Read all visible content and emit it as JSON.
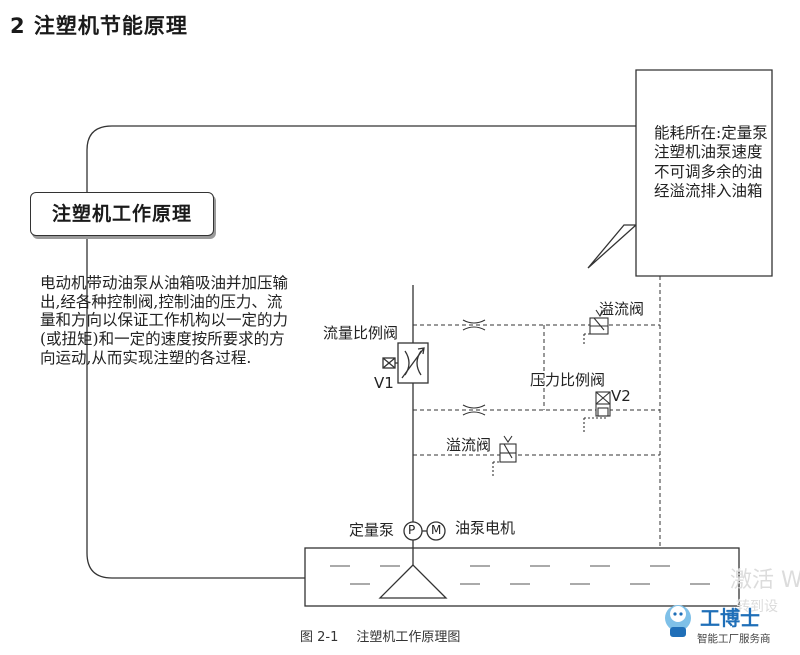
{
  "heading": "2  注塑机节能原理",
  "title_box": "注塑机工作原理",
  "description": "电动机带动油泵从油箱吸油并加压输出,经各种控制阀,控制油的压力、流量和方向以保证工作机构以一定的力(或扭矩)和一定的速度按所要求的方向运动,从而实现注塑的各过程.",
  "callout": "能耗所在:定量泵注塑机油泵速度不可调多余的油经溢流排入油箱",
  "labels": {
    "flow_valve": "流量比例阀",
    "v1": "V1",
    "relief_top": "溢流阀",
    "pressure_valve": "压力比例阀",
    "v2": "V2",
    "relief_mid": "溢流阀",
    "pump": "定量泵",
    "pump_symbol": "P",
    "motor_symbol": "M",
    "motor": "油泵电机"
  },
  "caption": {
    "number": "图 2-1",
    "text": "注塑机工作原理图"
  },
  "watermark": {
    "line1": "激活 W",
    "line2": "转到设"
  },
  "logo": {
    "name": "工博士",
    "tagline": "智能工厂服务商"
  },
  "colors": {
    "line": "#333333",
    "logo_blue": "#1f6fb8"
  }
}
